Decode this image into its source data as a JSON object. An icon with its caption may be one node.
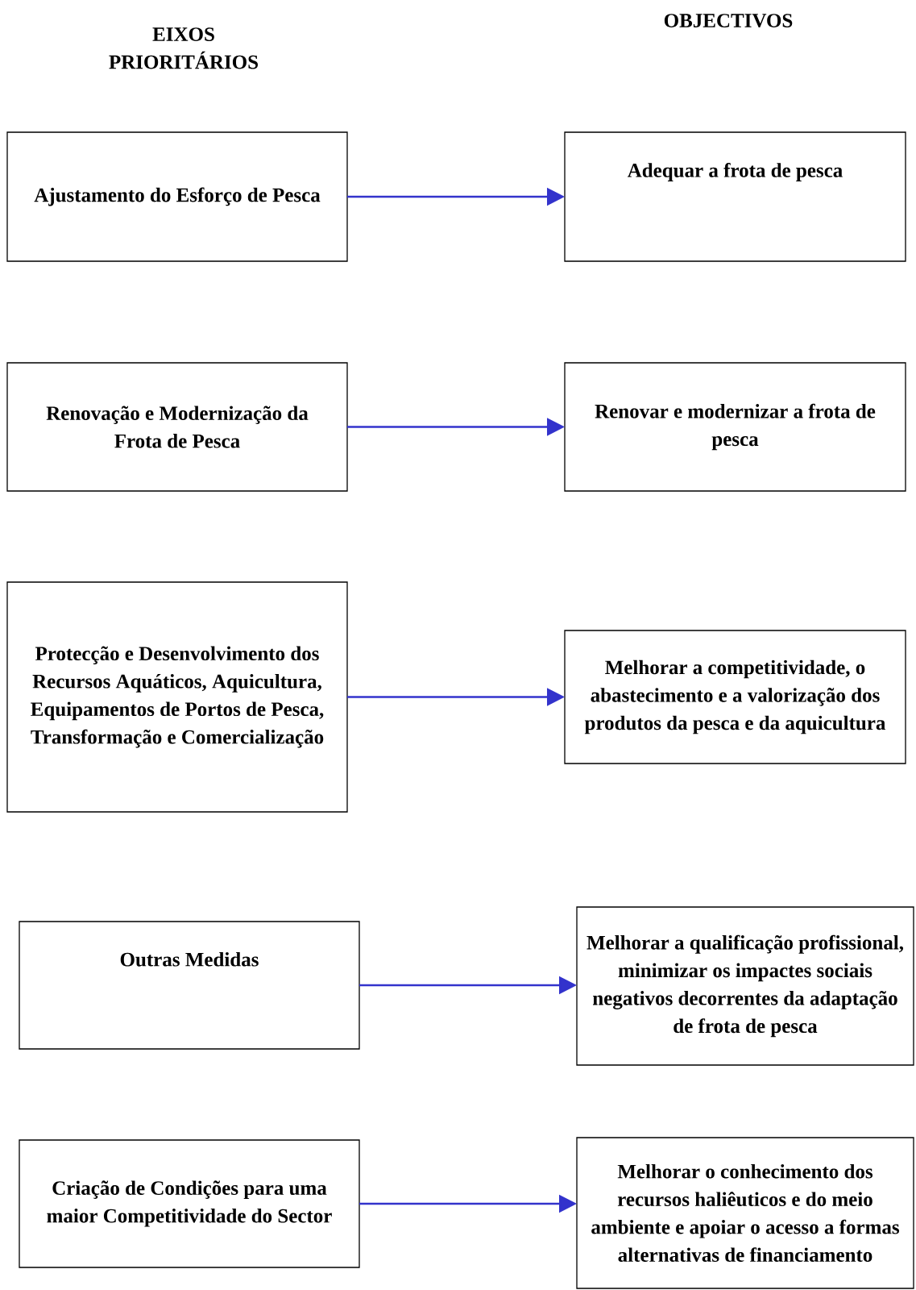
{
  "diagram": {
    "nodes": [
      {
        "text": [
          "Ajustamento do Esforço de Pesca"
        ]
      },
      {
        "text": [
          "Adequar a frota de pesca"
        ]
      },
      {
        "text": [
          "Renovação e Modernização da Frota de Pesca"
        ]
      },
      {
        "text": [
          "Renovar e modernizar a frota de pesca"
        ]
      },
      {
        "text": [
          "Protecção e Desenvolvimento dos Recursos Aquáticos, Aquicultura, Equipamentos de Portos de Pesca, Transformação e Comercialização"
        ]
      },
      {
        "text": [
          "Melhorar a competitividade, o abastecimento e a valorização dos produtos da pesca e da aquicultura"
        ]
      },
      {
        "text": [
          "Outras Medidas"
        ]
      },
      {
        "text": [
          "Melhorar a qualificação profissional, minimizar os impactes sociais negativos decorrentes da adaptação de frota de pesca"
        ]
      },
      {
        "text": [
          "Criação de Condições para uma maior Competitividade do Sector"
        ]
      },
      {
        "text": [
          "Melhorar o conhecimento dos recursos haliêuticos e do meio ambiente e apoiar o acesso a formas alternativas de financiamento"
        ]
      }
    ],
    "edges": [
      {
        "from": 0,
        "to": 1,
        "arrow": "to"
      },
      {
        "from": 2,
        "to": 3,
        "arrow": "to"
      },
      {
        "from": 4,
        "to": 5,
        "arrow": "to"
      },
      {
        "from": 6,
        "to": 7,
        "arrow": "to"
      },
      {
        "from": 8,
        "to": 9,
        "arrow": "to"
      }
    ],
    "labels": [
      "EIXOS PRIORITÁRIOS",
      "OBJECTIVOS"
    ]
  }
}
